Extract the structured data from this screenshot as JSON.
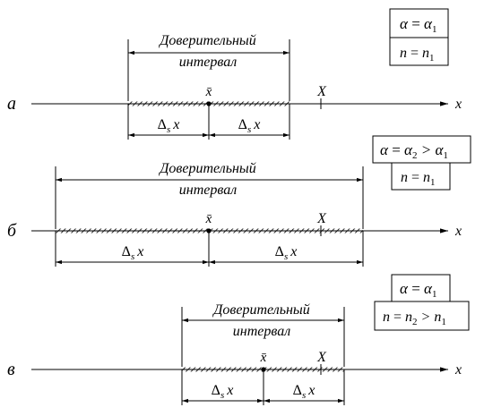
{
  "rows": [
    {
      "label": "а",
      "interval_caption_line1": "Доверительный",
      "interval_caption_line2": "интервал",
      "mean_symbol": "x̄",
      "true_symbol": "X",
      "axis_symbol": "x",
      "half_width_label": "Δ",
      "half_width_sub": "s",
      "half_width_var": "x",
      "box_top": {
        "left": "α",
        "op": " = ",
        "right": "α",
        "right_sub": "1",
        "tail": ""
      },
      "box_bottom": {
        "left": "n",
        "op": " = ",
        "right": "n",
        "right_sub": "1",
        "tail": ""
      }
    },
    {
      "label": "б",
      "interval_caption_line1": "Доверительный",
      "interval_caption_line2": "интервал",
      "mean_symbol": "x̄",
      "true_symbol": "X",
      "axis_symbol": "x",
      "half_width_label": "Δ",
      "half_width_sub": "s",
      "half_width_var": "x",
      "box_top": {
        "left": "α",
        "op": " = ",
        "right": "α",
        "right_sub": "2",
        "tail": " > α",
        "tail_sub": "1"
      },
      "box_bottom": {
        "left": "n",
        "op": " = ",
        "right": "n",
        "right_sub": "1",
        "tail": ""
      }
    },
    {
      "label": "в",
      "interval_caption_line1": "Доверительный",
      "interval_caption_line2": "интервал",
      "mean_symbol": "x̄",
      "true_symbol": "X",
      "axis_symbol": "x",
      "half_width_label": "Δ",
      "half_width_sub": "s",
      "half_width_var": "x",
      "box_top": {
        "left": "α",
        "op": " = ",
        "right": "α",
        "right_sub": "1",
        "tail": ""
      },
      "box_bottom": {
        "left": "n",
        "op": " = ",
        "right": "n",
        "right_sub": "2",
        "tail": " > n",
        "tail_sub": "1"
      }
    }
  ]
}
